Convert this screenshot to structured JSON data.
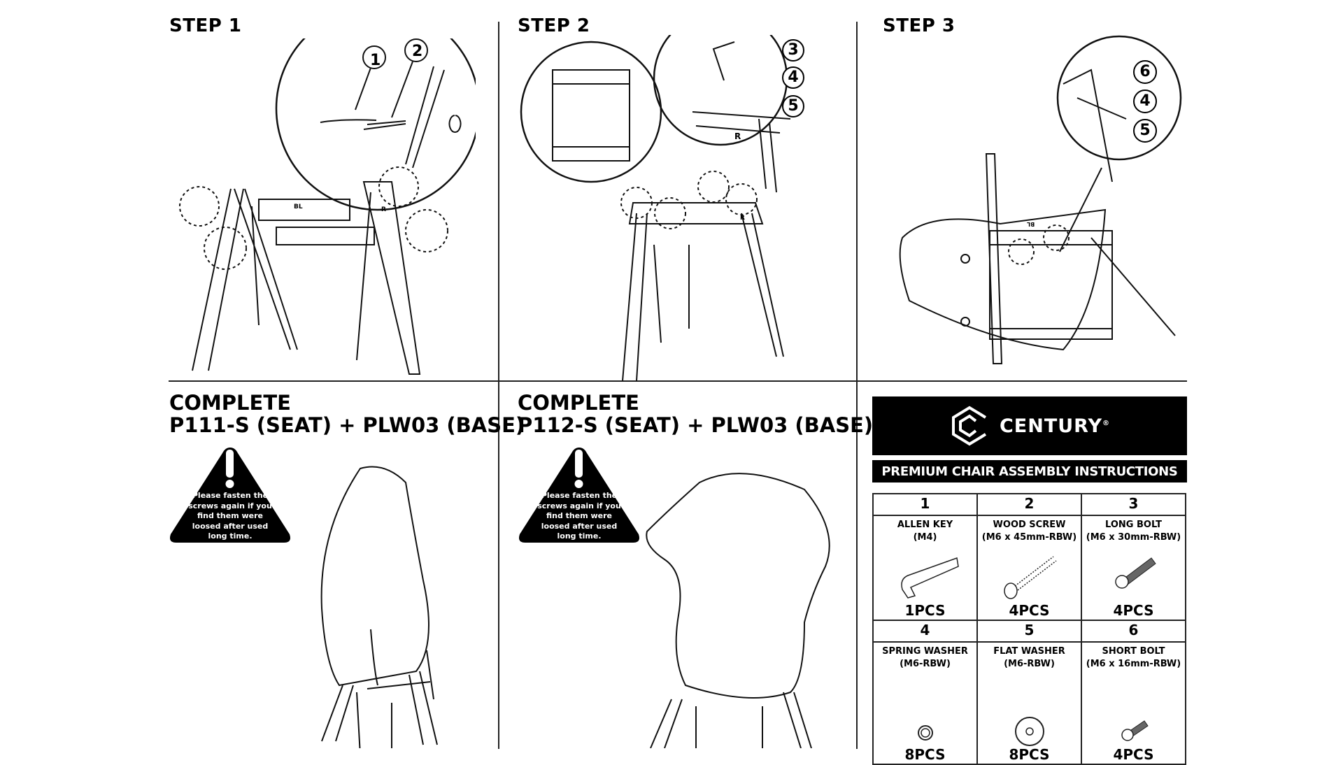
{
  "steps": [
    {
      "label": "STEP 1"
    },
    {
      "label": "STEP 2"
    },
    {
      "label": "STEP 3"
    }
  ],
  "diagram_labels": {
    "step1": {
      "callouts": [
        "1",
        "2"
      ],
      "parts": [
        "BL",
        "R"
      ]
    },
    "step2": {
      "callouts": [
        "3",
        "4",
        "5"
      ],
      "parts": [
        "R",
        "R"
      ]
    },
    "step3": {
      "callouts": [
        "6",
        "4",
        "5"
      ],
      "parts": [
        "BL"
      ]
    }
  },
  "complete": [
    {
      "line1": "COMPLETE",
      "line2": "P111-S (SEAT) + PLW03 (BASE)"
    },
    {
      "line1": "COMPLETE",
      "line2": "P112-S (SEAT) + PLW03 (BASE)"
    }
  ],
  "warning": {
    "text": "Please fasten the screws again if you find them were loosed after used long time."
  },
  "brand": {
    "name": "CENTURY",
    "registered": "®",
    "subtitle": "PREMIUM CHAIR ASSEMBLY INSTRUCTIONS"
  },
  "parts": [
    {
      "num": "1",
      "name": "ALLEN KEY",
      "spec": "(M4)",
      "qty": "1PCS",
      "icon": "allen-key"
    },
    {
      "num": "2",
      "name": "WOOD SCREW",
      "spec": "(M6 x 45mm-RBW)",
      "qty": "4PCS",
      "icon": "wood-screw"
    },
    {
      "num": "3",
      "name": "LONG BOLT",
      "spec": "(M6 x 30mm-RBW)",
      "qty": "4PCS",
      "icon": "long-bolt"
    },
    {
      "num": "4",
      "name": "SPRING WASHER",
      "spec": "(M6-RBW)",
      "qty": "8PCS",
      "icon": "spring-washer"
    },
    {
      "num": "5",
      "name": "FLAT WASHER",
      "spec": "(M6-RBW)",
      "qty": "8PCS",
      "icon": "flat-washer"
    },
    {
      "num": "6",
      "name": "SHORT BOLT",
      "spec": "(M6 x 16mm-RBW)",
      "qty": "4PCS",
      "icon": "short-bolt"
    }
  ]
}
